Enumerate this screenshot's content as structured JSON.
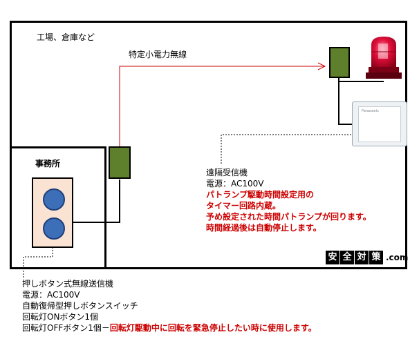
{
  "labels": {
    "area": "工場、倉庫など",
    "office": "事務所",
    "wireless": "特定小電力無線"
  },
  "receiver_caption": {
    "lines": [
      "遠隔受信機",
      "電源：AC100V"
    ],
    "red_lines": [
      "パトランプ駆動時間設定用の",
      "タイマー回路内蔵。",
      "予め設定された時間パトランプが回ります。",
      "時間経過後は自動停止します。"
    ]
  },
  "transmitter_caption": {
    "lines": [
      "押しボタン式無線送信機",
      "電源：AC100V",
      "自動復帰型押しボタンスイッチ",
      "回転灯ONボタン1個"
    ],
    "last_black": "回転灯OFFボタン1個－",
    "last_red": "回転灯駆動中に回転を緊急停止したい時に使用します。"
  },
  "logo": {
    "chars": [
      "安",
      "全",
      "対",
      "策"
    ],
    "suffix": ".com"
  },
  "receiver_brand": "Panasonic",
  "colors": {
    "module_green": "#5e7f2b",
    "button_blue": "#3d6fb8",
    "panel_pink": "#fbe3d3",
    "signal_red": "#cc0000",
    "lamp_red": "#d4002a"
  }
}
